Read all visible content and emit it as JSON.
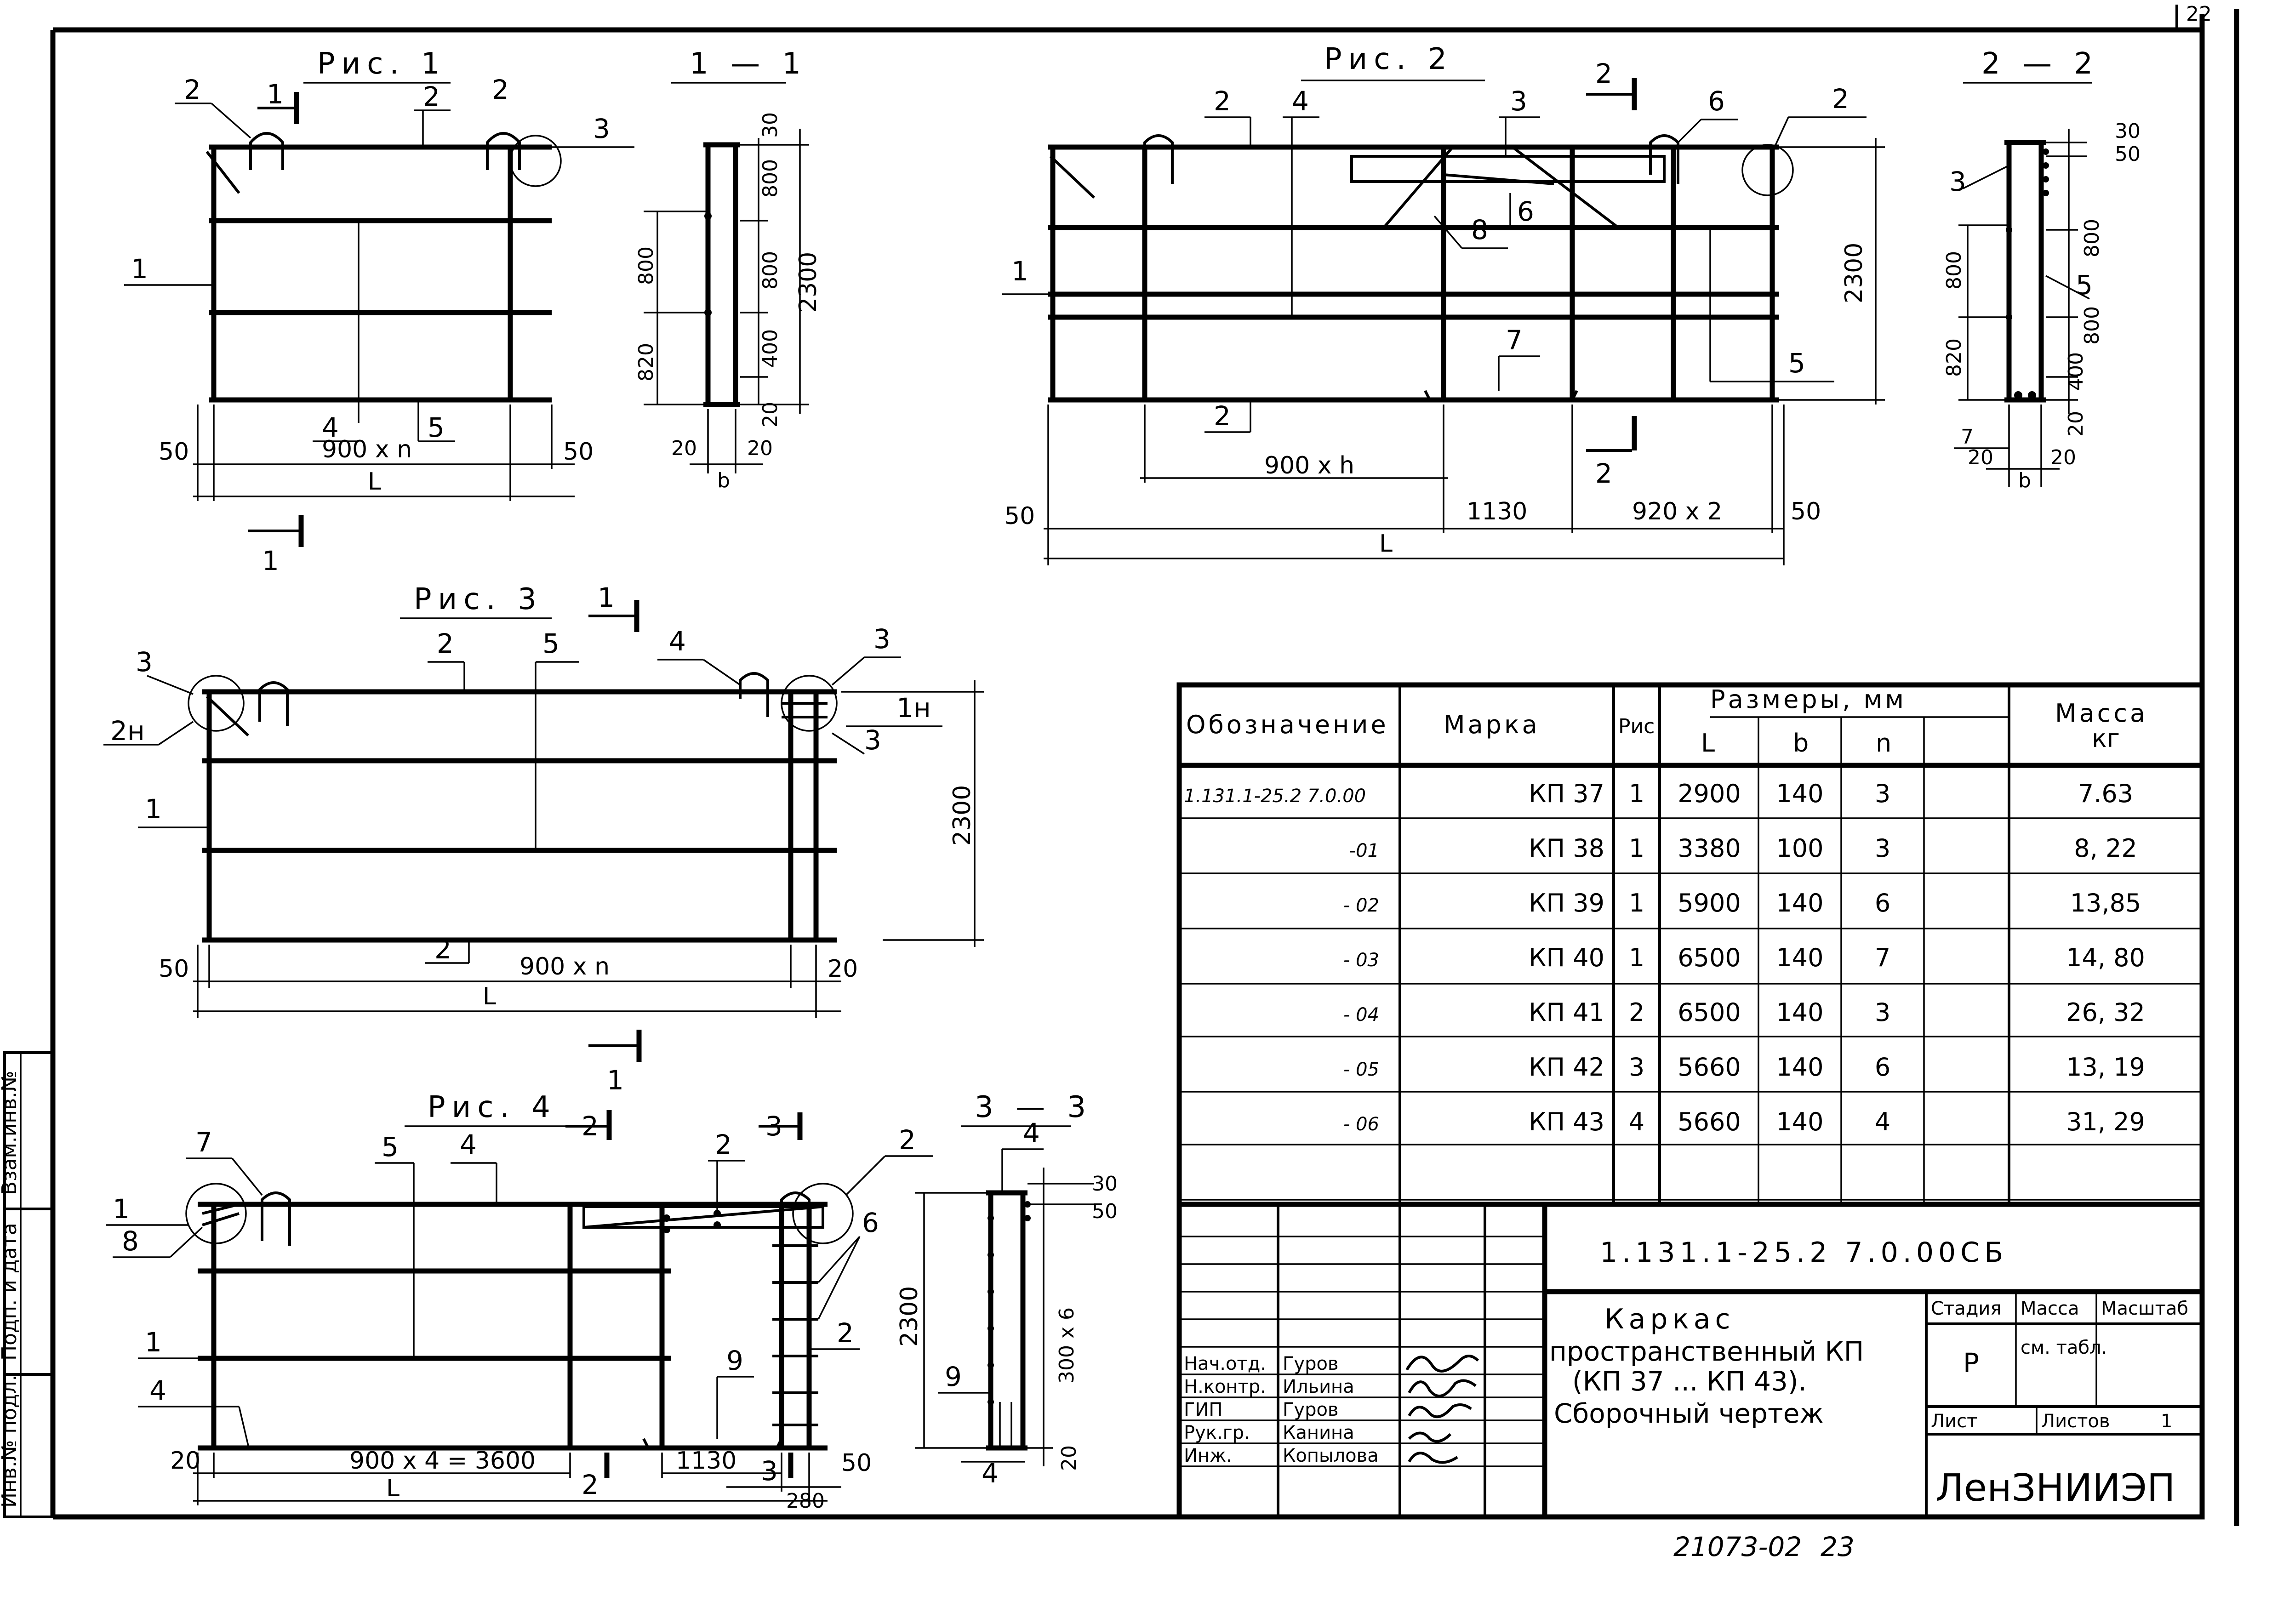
{
  "sheet_label": "22",
  "figures": {
    "fig1": {
      "title": "Рис. 1",
      "section": "1 — 1",
      "section_mark": "1",
      "callouts": [
        "1",
        "2",
        "2",
        "3",
        "4",
        "5",
        "2"
      ],
      "dims": {
        "left": "50",
        "span": "900 x n",
        "right": "50",
        "total": "L",
        "height": "2300",
        "sec_top": "30",
        "sec_a": "800",
        "sec_b": "800",
        "sec_c": "400",
        "sec_d": "20",
        "sec_v1": "800",
        "sec_v2": "820",
        "sec_w1": "20",
        "sec_w2": "b",
        "sec_w3": "20"
      }
    },
    "fig2": {
      "title": "Рис. 2",
      "section": "2 — 2",
      "section_mark": "2",
      "callouts": [
        "1",
        "2",
        "4",
        "3",
        "6",
        "2",
        "8",
        "6",
        "7",
        "5",
        "2",
        "3",
        "5",
        "7"
      ],
      "dims": {
        "left": "50",
        "span": "900 x h",
        "mid": "1130",
        "span2": "920 x 2",
        "right": "50",
        "total": "L",
        "height": "2300",
        "sec_top": "30",
        "sec_top2": "50",
        "sec_a": "800",
        "sec_b": "800",
        "sec_c": "400",
        "sec_d": "20",
        "sec_v1": "800",
        "sec_v2": "820",
        "sec_w1": "20",
        "sec_w2": "b",
        "sec_w3": "20"
      }
    },
    "fig3": {
      "title": "Рис. 3",
      "section_mark": "1",
      "callouts": [
        "3",
        "2н",
        "2",
        "5",
        "4",
        "3",
        "1н",
        "3",
        "1",
        "2"
      ],
      "dims": {
        "left": "50",
        "span": "900 x n",
        "right": "20",
        "total": "L",
        "height": "2300"
      }
    },
    "fig4": {
      "title": "Рис. 4",
      "section": "3 — 3",
      "section_mark": "2",
      "section_mark3": "3",
      "callouts": [
        "7",
        "5",
        "4",
        "2",
        "2",
        "1",
        "8",
        "6",
        "2",
        "1",
        "4",
        "9",
        "4",
        "9",
        "4"
      ],
      "dims": {
        "left": "20",
        "span": "900 x 4 = 3600",
        "mid": "1130",
        "right": "50",
        "total": "L",
        "extra": "280",
        "height": "2300",
        "sec_top": "30",
        "sec_top2": "50",
        "sec_mid": "300 x 6",
        "sec_bottom": "20",
        "sec_w": "4"
      }
    }
  },
  "table": {
    "headers": {
      "designation": "Обозначение",
      "mark": "Марка",
      "fig": "Рис",
      "dims": "Размеры, мм",
      "L": "L",
      "b": "b",
      "n": "n",
      "mass": "Масса",
      "mass_unit": "кг"
    },
    "rows": [
      {
        "designation": "1.131.1-25.2 7.0.00",
        "mark": "КП 37",
        "fig": "1",
        "L": "2900",
        "b": "140",
        "n": "3",
        "mass": "7.63"
      },
      {
        "designation": "-01",
        "mark": "КП 38",
        "fig": "1",
        "L": "3380",
        "b": "100",
        "n": "3",
        "mass": "8, 22"
      },
      {
        "designation": "- 02",
        "mark": "КП 39",
        "fig": "1",
        "L": "5900",
        "b": "140",
        "n": "6",
        "mass": "13,85"
      },
      {
        "designation": "- 03",
        "mark": "КП 40",
        "fig": "1",
        "L": "6500",
        "b": "140",
        "n": "7",
        "mass": "14, 80"
      },
      {
        "designation": "- 04",
        "mark": "КП 41",
        "fig": "2",
        "L": "6500",
        "b": "140",
        "n": "3",
        "mass": "26, 32"
      },
      {
        "designation": "- 05",
        "mark": "КП 42",
        "fig": "3",
        "L": "5660",
        "b": "140",
        "n": "6",
        "mass": "13, 19"
      },
      {
        "designation": "- 06",
        "mark": "КП 43",
        "fig": "4",
        "L": "5660",
        "b": "140",
        "n": "4",
        "mass": "31, 29"
      }
    ]
  },
  "title_block": {
    "code": "1.131.1-25.2   7.0.00СБ",
    "title_line1": "Каркас",
    "title_line2": "пространственный КП",
    "title_line3": "(КП 37 ... КП 43).",
    "title_line4": "Сборочный  чертеж",
    "stage_label": "Стадия",
    "mass_label": "Масса",
    "scale_label": "Масштаб",
    "stage_value": "Р",
    "mass_value": "см. табл.",
    "sheet_label": "Лист",
    "sheets_label": "Листов",
    "sheets_value": "1",
    "organization": "ЛенЗНИИЭП",
    "people": [
      {
        "role": "Нач.отд.",
        "name": "Гуров"
      },
      {
        "role": "Н.контр.",
        "name": "Ильина"
      },
      {
        "role": "ГИП",
        "name": "Гуров"
      },
      {
        "role": "Рук.гр.",
        "name": "Канина"
      },
      {
        "role": "Инж.",
        "name": "Копылова"
      }
    ]
  },
  "side_stamp": {
    "cells": [
      "Инв.№ подл.",
      "Подп. и дата",
      "Взам.инв.№"
    ]
  },
  "footer": {
    "doc_number": "21073-02",
    "page": "23"
  }
}
